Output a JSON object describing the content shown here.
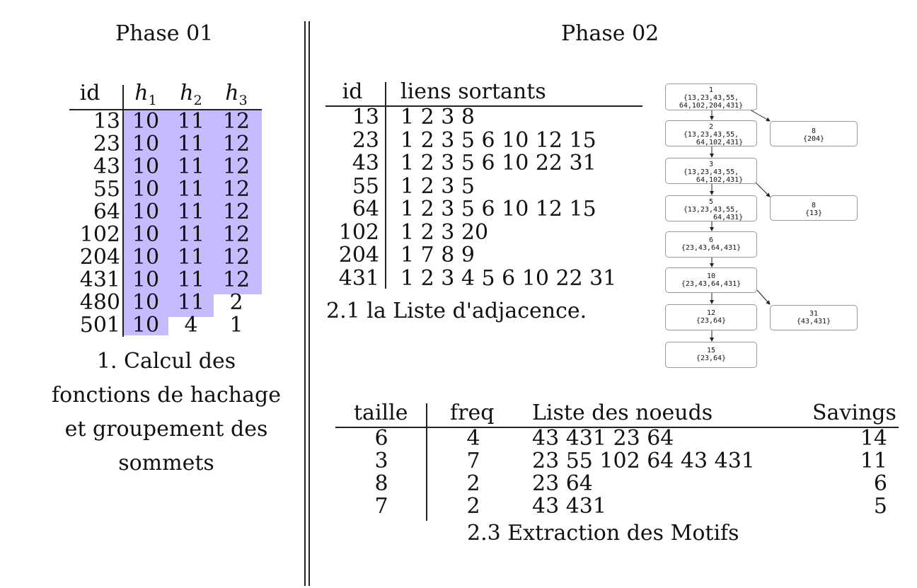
{
  "phase1": {
    "title": "Phase 01",
    "headers": [
      "id",
      "h",
      "h",
      "h"
    ],
    "header_subs": [
      "",
      "1",
      "2",
      "3"
    ],
    "rows": [
      {
        "id": "13",
        "h1": "10",
        "h2": "11",
        "h3": "12"
      },
      {
        "id": "23",
        "h1": "10",
        "h2": "11",
        "h3": "12"
      },
      {
        "id": "43",
        "h1": "10",
        "h2": "11",
        "h3": "12"
      },
      {
        "id": "55",
        "h1": "10",
        "h2": "11",
        "h3": "12"
      },
      {
        "id": "64",
        "h1": "10",
        "h2": "11",
        "h3": "12"
      },
      {
        "id": "102",
        "h1": "10",
        "h2": "11",
        "h3": "12"
      },
      {
        "id": "204",
        "h1": "10",
        "h2": "11",
        "h3": "12"
      },
      {
        "id": "431",
        "h1": "10",
        "h2": "11",
        "h3": "12"
      },
      {
        "id": "480",
        "h1": "10",
        "h2": "11",
        "h3": "2"
      },
      {
        "id": "501",
        "h1": "10",
        "h2": "4",
        "h3": "1"
      }
    ],
    "caption_lines": [
      "1. Calcul des",
      "fonctions de hachage",
      "et groupement des",
      "sommets"
    ],
    "highlight_color": "#c4bcff"
  },
  "phase2": {
    "title": "Phase 02",
    "adjacency": {
      "headers": [
        "id",
        "liens sortants"
      ],
      "rows": [
        {
          "id": "13",
          "links": "1 2 3 8"
        },
        {
          "id": "23",
          "links": "1 2 3 5 6 10 12 15"
        },
        {
          "id": "43",
          "links": "1 2 3 5 6 10 22 31"
        },
        {
          "id": "55",
          "links": "1 2 3 5"
        },
        {
          "id": "64",
          "links": "1 2 3 5 6 10 12 15"
        },
        {
          "id": "102",
          "links": "1 2 3 20"
        },
        {
          "id": "204",
          "links": "1 7 8 9"
        },
        {
          "id": "431",
          "links": "1 2 3 4 5 6 10 22 31"
        }
      ],
      "caption": "2.1 la Liste d'adjacence."
    },
    "tree": {
      "nodes": [
        {
          "label": "1",
          "set": "{13,23,43,55,\n64,102,204,431}"
        },
        {
          "label": "2",
          "set": "{13,23,43,55,\n    64,102,431}"
        },
        {
          "label": "8",
          "set": "{204}"
        },
        {
          "label": "3",
          "set": "{13,23,43,55,\n    64,102,431}"
        },
        {
          "label": "5",
          "set": "{13,23,43,55,\n        64,431}"
        },
        {
          "label": "8",
          "set": "{13}"
        },
        {
          "label": "6",
          "set": "{23,43,64,431}"
        },
        {
          "label": "10",
          "set": "{23,43,64,431}"
        },
        {
          "label": "12",
          "set": "{23,64}"
        },
        {
          "label": "31",
          "set": "{43,431}"
        },
        {
          "label": "15",
          "set": "{23,64}"
        }
      ]
    },
    "motifs": {
      "headers": [
        "taille",
        "freq",
        "Liste des noeuds",
        "Savings"
      ],
      "rows": [
        {
          "taille": "6",
          "freq": "4",
          "nodes": "43 431 23 64",
          "savings": "14"
        },
        {
          "taille": "3",
          "freq": "7",
          "nodes": "23 55 102 64 43 431",
          "savings": "11"
        },
        {
          "taille": "8",
          "freq": "2",
          "nodes": "23 64",
          "savings": "6"
        },
        {
          "taille": "7",
          "freq": "2",
          "nodes": "43 431",
          "savings": "5"
        }
      ],
      "caption": "2.3 Extraction des Motifs"
    }
  }
}
